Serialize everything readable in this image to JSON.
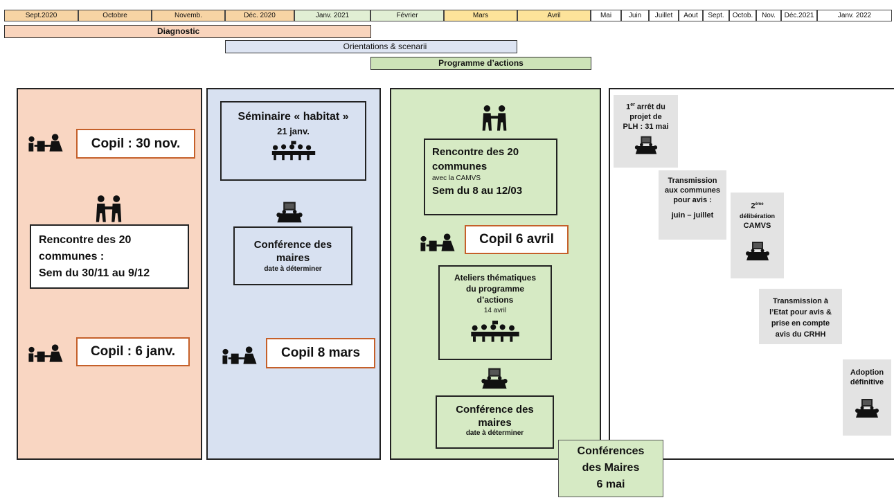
{
  "timeline": {
    "months": [
      "Sept.2020",
      "Octobre",
      "Novemb.",
      "Déc. 2020",
      "Janv. 2021",
      "Février",
      "Mars",
      "Avril",
      "Mai",
      "Juin",
      "Juillet",
      "Aout",
      "Sept.",
      "Octob.",
      "Nov.",
      "Déc.2021",
      "Janv. 2022"
    ],
    "phases": {
      "diagnostic": "Diagnostic",
      "orientations": "Orientations & scenarii",
      "programme": "Programme d’actions"
    }
  },
  "col1": {
    "copil1": "Copil : 30 nov.",
    "rencontre_l1": "Rencontre des 20",
    "rencontre_l2": "communes :",
    "rencontre_l3": "Sem du 30/11 au 9/12",
    "copil2": "Copil : 6 janv."
  },
  "col2": {
    "seminaire_l1": "Séminaire « habitat »",
    "seminaire_l2": "21 janv.",
    "conf_l1": "Conférence des",
    "conf_l2": "maires",
    "conf_l3": "date à déterminer",
    "copil": "Copil 8 mars"
  },
  "col3": {
    "rencontre_l1": "Rencontre des  20",
    "rencontre_l2": "communes",
    "rencontre_l3": "avec la CAMVS",
    "rencontre_l4": "Sem du 8 au 12/03",
    "copil": "Copil 6 avril",
    "ateliers_l1": "Ateliers thématiques",
    "ateliers_l2": "du programme",
    "ateliers_l3": "d’actions",
    "ateliers_l4": "14 avril",
    "conf_l1": "Conférence des",
    "conf_l2": "maires",
    "conf_l3": "date à déterminer"
  },
  "col4": {
    "arret_sup": "er",
    "arret_pre": "1",
    "arret_l1": " arrêt du",
    "arret_l2": "projet de",
    "arret_l3": "PLH : 31 mai",
    "trans_l1": "Transmission",
    "trans_l2": "aux communes",
    "trans_l3": "pour avis :",
    "trans_l4": "juin – juillet",
    "delib_pre": "2",
    "delib_sup": "ème",
    "delib_l1": "délibération",
    "delib_l2": "CAMVS",
    "etat_l1": "Transmission à",
    "etat_l2": "l’Etat pour avis  &",
    "etat_l3": "prise en compte",
    "etat_l4": "avis du CRHH",
    "adoption_l1": "Adoption",
    "adoption_l2": "définitive"
  },
  "conferences": {
    "l1": "Conférences",
    "l2": "des Maires",
    "l3": "6 mai"
  }
}
